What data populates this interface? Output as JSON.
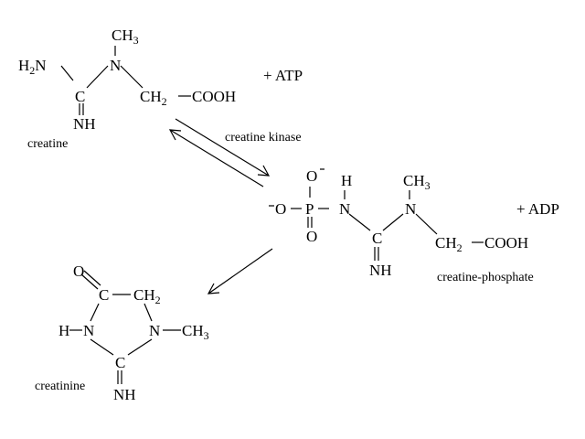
{
  "molecules": {
    "creatine": {
      "name": "creatine",
      "amino_n": "H",
      "amino_n_sub": "2",
      "amino_n_tail": "N",
      "n_atom": "N",
      "methyl": "CH",
      "methyl_sub": "3",
      "c_atom": "C",
      "imine": "NH",
      "ch2": "CH",
      "ch2_sub": "2",
      "cooh": "COOH"
    },
    "creatine_phosphate": {
      "name": "creatine-phosphate",
      "o_minus_top": "O",
      "o_minus_left": "O",
      "p_atom": "P",
      "o_bottom": "O",
      "h_atom": "H",
      "n1": "N",
      "n2": "N",
      "c_atom": "C",
      "methyl": "CH",
      "methyl_sub": "3",
      "imine": "NH",
      "ch2": "CH",
      "ch2_sub": "2",
      "cooh": "COOH"
    },
    "creatinine": {
      "name": "creatinine",
      "o_atom": "O",
      "c1": "C",
      "ch2": "CH",
      "ch2_sub": "2",
      "hn_h": "H",
      "hn_n": "N",
      "n_methyl": "N",
      "methyl": "CH",
      "methyl_sub": "3",
      "c_bottom": "C",
      "imine": "NH"
    }
  },
  "reagents": {
    "atp": "+ ATP",
    "adp": "+ ADP"
  },
  "enzyme": "creatine kinase"
}
